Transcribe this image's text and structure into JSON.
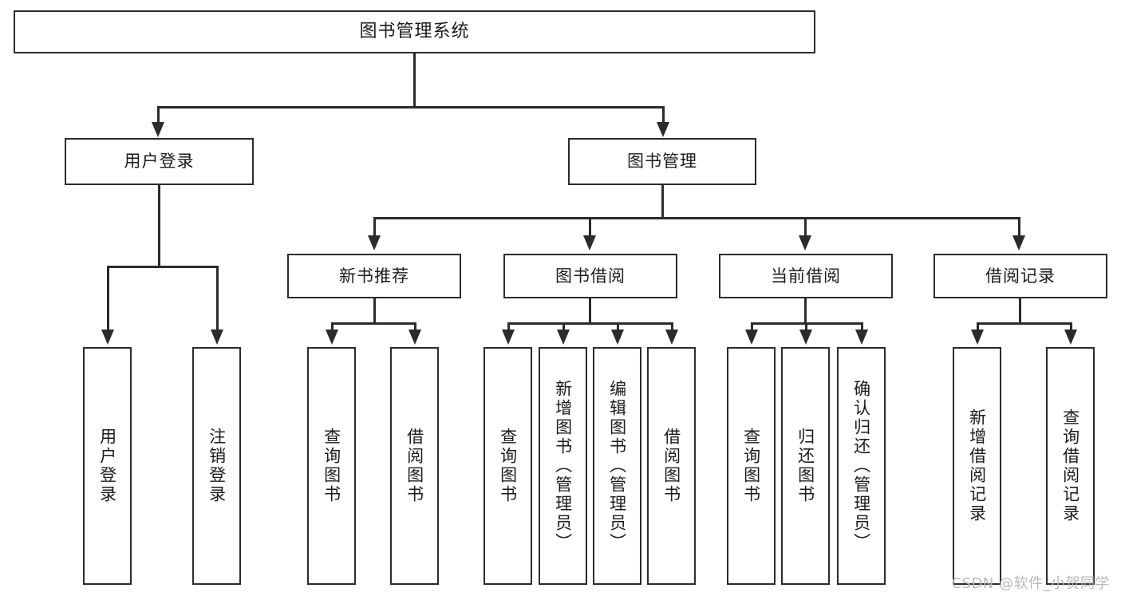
{
  "diagram": {
    "type": "tree-hierarchy",
    "title": "图书管理系统",
    "watermark": "CSDN @软件_小贺同学",
    "colors": {
      "stroke": "#2b2b2b",
      "fill": "#ffffff",
      "text": "#1b1b1b",
      "watermark": "#b9b9b9"
    },
    "levels": [
      {
        "level": 1,
        "nodes": [
          {
            "id": "root",
            "label": "图书管理系统",
            "orientation": "horizontal"
          }
        ]
      },
      {
        "level": 2,
        "nodes": [
          {
            "id": "l2-0",
            "label": "用户登录",
            "orientation": "horizontal",
            "parent": "root"
          },
          {
            "id": "l2-1",
            "label": "图书管理",
            "orientation": "horizontal",
            "parent": "root"
          }
        ]
      },
      {
        "level": 3,
        "nodes": [
          {
            "id": "l3-0",
            "label": "新书推荐",
            "orientation": "horizontal",
            "parent": "l2-1"
          },
          {
            "id": "l3-1",
            "label": "图书借阅",
            "orientation": "horizontal",
            "parent": "l2-1"
          },
          {
            "id": "l3-2",
            "label": "当前借阅",
            "orientation": "horizontal",
            "parent": "l2-1"
          },
          {
            "id": "l3-3",
            "label": "借阅记录",
            "orientation": "horizontal",
            "parent": "l2-1"
          }
        ]
      },
      {
        "level": 4,
        "nodes": [
          {
            "id": "leaf-0",
            "label": "用户登录",
            "orientation": "vertical",
            "parent": "l2-0"
          },
          {
            "id": "leaf-1",
            "label": "注销登录",
            "orientation": "vertical",
            "parent": "l2-0"
          },
          {
            "id": "leaf-2",
            "label": "查询图书",
            "orientation": "vertical",
            "parent": "l3-0"
          },
          {
            "id": "leaf-3",
            "label": "借阅图书",
            "orientation": "vertical",
            "parent": "l3-0"
          },
          {
            "id": "leaf-4",
            "label": "查询图书",
            "orientation": "vertical",
            "parent": "l3-1"
          },
          {
            "id": "leaf-5",
            "label": "新增图书（管理员）",
            "orientation": "vertical",
            "parent": "l3-1"
          },
          {
            "id": "leaf-6",
            "label": "编辑图书（管理员）",
            "orientation": "vertical",
            "parent": "l3-1"
          },
          {
            "id": "leaf-7",
            "label": "借阅图书",
            "orientation": "vertical",
            "parent": "l3-1"
          },
          {
            "id": "leaf-8",
            "label": "查询图书",
            "orientation": "vertical",
            "parent": "l3-2"
          },
          {
            "id": "leaf-9",
            "label": "归还图书",
            "orientation": "vertical",
            "parent": "l3-2"
          },
          {
            "id": "leaf-10",
            "label": "确认归还（管理员）",
            "orientation": "vertical",
            "parent": "l3-2"
          },
          {
            "id": "leaf-11",
            "label": "新增借阅记录",
            "orientation": "vertical",
            "parent": "l3-3"
          },
          {
            "id": "leaf-12",
            "label": "查询借阅记录",
            "orientation": "vertical",
            "parent": "l3-3"
          }
        ]
      }
    ]
  }
}
